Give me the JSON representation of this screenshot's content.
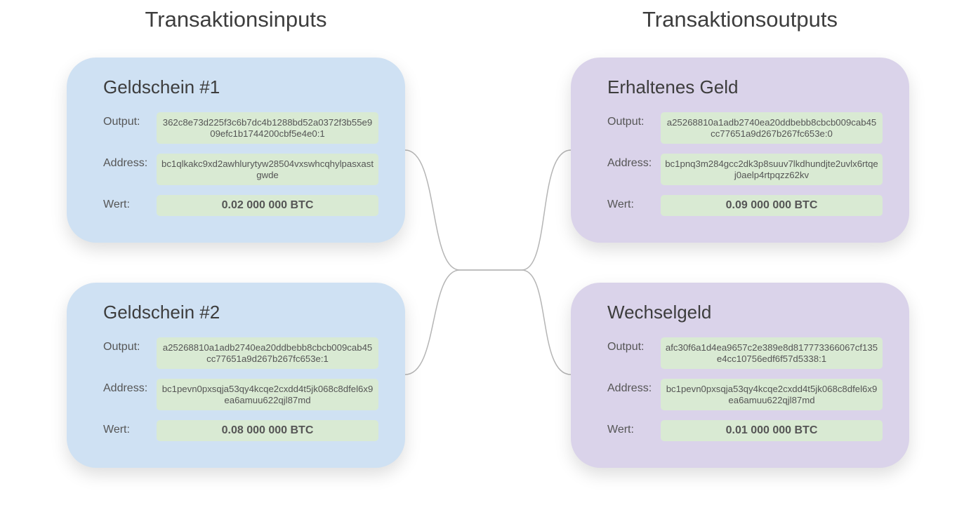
{
  "inputs_heading": "Transaktionsinputs",
  "outputs_heading": "Transaktionsoutputs",
  "labels": {
    "output": "Output:",
    "address": "Address:",
    "value": "Wert:"
  },
  "inputs": [
    {
      "title": "Geldschein #1",
      "output": "362c8e73d225f3c6b7dc4b1288bd52a0372f3b55e909efc1b1744200cbf5e4e0:1",
      "address": "bc1qlkakc9xd2awhlurytyw28504vxswhcqhylpasxastgwde",
      "value": "0.02 000 000 BTC"
    },
    {
      "title": "Geldschein #2",
      "output": "a25268810a1adb2740ea20ddbebb8cbcb009cab45cc77651a9d267b267fc653e:1",
      "address": "bc1pevn0pxsqja53qy4kcqe2cxdd4t5jk068c8dfel6x9ea6amuu622qjl87md",
      "value": "0.08 000 000 BTC"
    }
  ],
  "outputs": [
    {
      "title": "Erhaltenes Geld",
      "output": "a25268810a1adb2740ea20ddbebb8cbcb009cab45cc77651a9d267b267fc653e:0",
      "address": "bc1pnq3m284gcc2dk3p8suuv7lkdhundjte2uvlx6rtqej0aelp4rtpqzz62kv",
      "value": "0.09 000 000 BTC"
    },
    {
      "title": "Wechselgeld",
      "output": "afc30f6a1d4ea9657c2e389e8d817773366067cf135e4cc10756edf6f57d5338:1",
      "address": "bc1pevn0pxsqja53qy4kcqe2cxdd4t5jk068c8dfel6x9ea6amuu622qjl87md",
      "value": "0.01 000 000 BTC"
    }
  ],
  "colors": {
    "input_card": "#cfe1f3",
    "output_card": "#dad3ea",
    "field": "#d9ead3",
    "connector": "#b5b5b5"
  }
}
